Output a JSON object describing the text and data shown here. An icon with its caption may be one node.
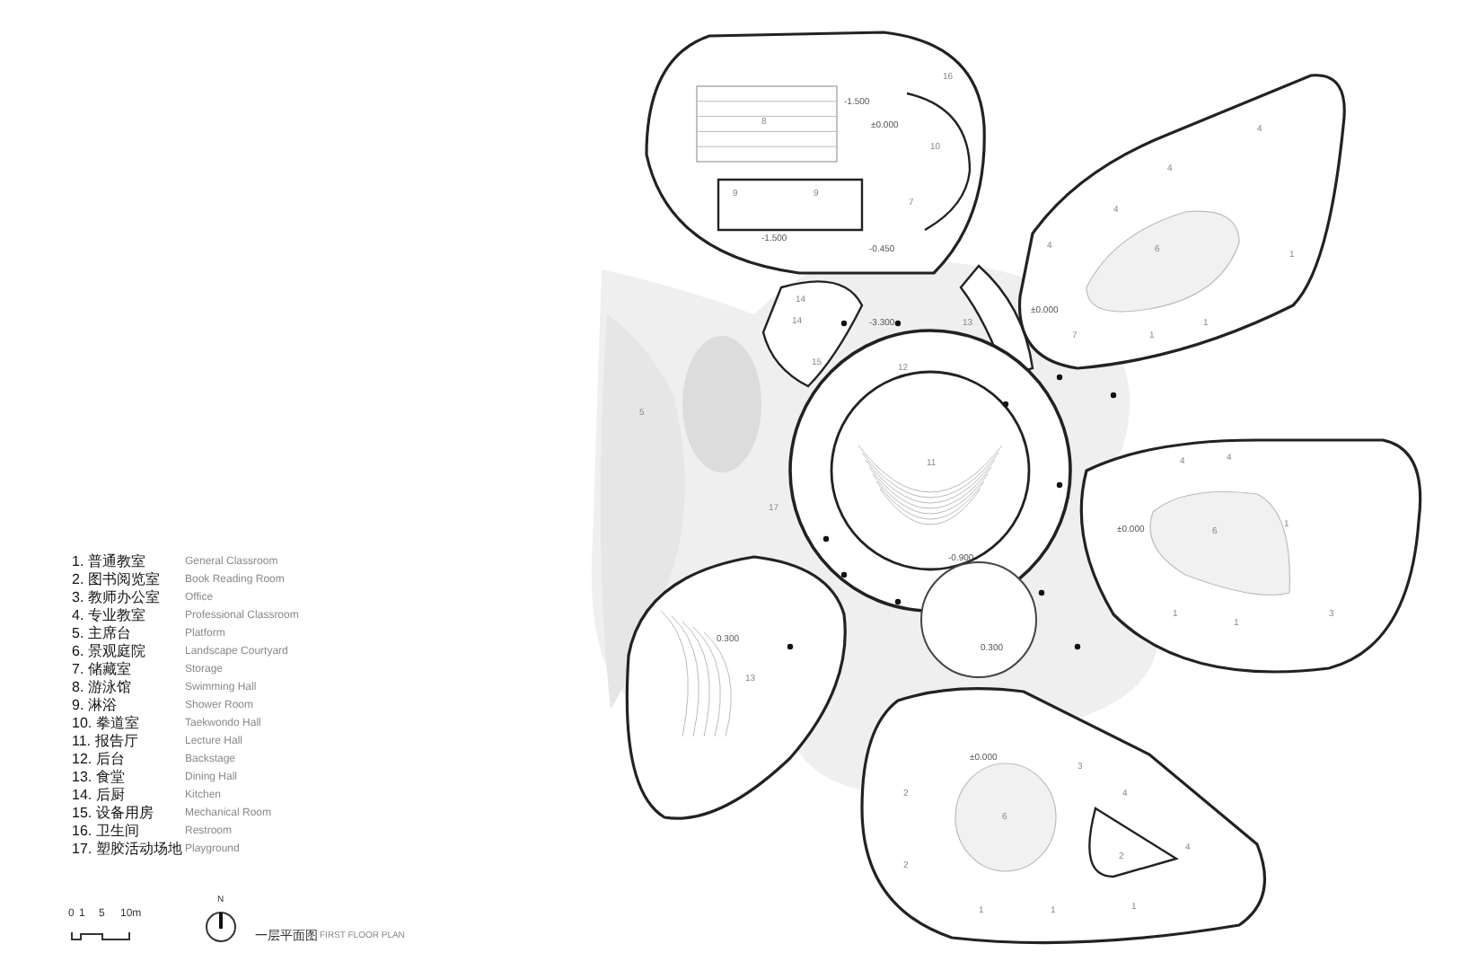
{
  "diagram": {
    "labels": [
      "1. 普通教室",
      "General Classroom",
      "2. 图书阅览室",
      "Book Reading Room",
      "3. 教师办公室",
      "Office",
      "4. 专业教室",
      "Professional Classroom",
      "5. 主席台",
      "Platform",
      "6. 景观庭院",
      "Landscape Courtyard",
      "7. 储藏室",
      "Storage",
      "8. 游泳馆",
      "Swimming Hall",
      "9. 淋浴",
      "Shower Room",
      "10. 拳道室",
      "Taekwondo Hall",
      "11. 报告厅",
      "Lecture Hall",
      "12. 后台",
      "Backstage",
      "13. 食堂",
      "Dining Hall",
      "14. 后厨",
      "Kitchen",
      "15. 设备用房",
      "Mechanical Room",
      "16. 卫生间",
      "Restroom",
      "17. 塑胶活动场地",
      "Playground",
      "0",
      "1",
      "5",
      "10m",
      "N",
      "一层平面图",
      "FIRST FLOOR PLAN",
      "16",
      "-1.500",
      "8",
      "±0.000",
      "10",
      "9",
      "9",
      "7",
      "-1.500",
      "-0.450",
      "14",
      "14",
      "-3.300",
      "15",
      "13",
      "12",
      "11",
      "5",
      "17",
      "4",
      "4",
      "4",
      "4",
      "6",
      "±0.000",
      "7",
      "1",
      "1",
      "1",
      "4",
      "4",
      "±0.000",
      "6",
      "1",
      "1",
      "1",
      "3",
      "-0.900",
      "0.300",
      "0.300",
      "13",
      "±0.000",
      "6",
      "2",
      "2",
      "3",
      "4",
      "4",
      "2",
      "1",
      "1",
      "1"
    ]
  }
}
